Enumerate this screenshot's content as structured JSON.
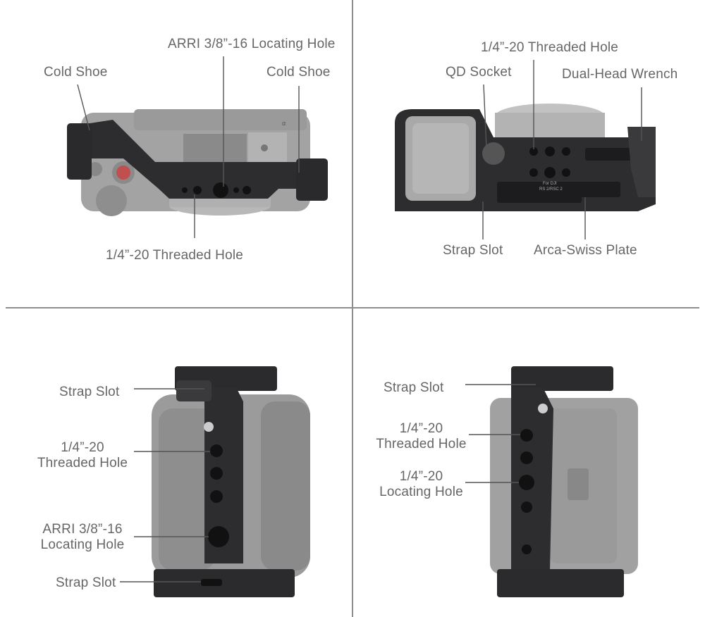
{
  "panels": {
    "top_left": {
      "labels": {
        "cold_shoe_left": "Cold Shoe",
        "arri_locating_hole": "ARRI 3/8”-16 Locating Hole",
        "cold_shoe_right": "Cold Shoe",
        "threaded_hole": "1/4”-20 Threaded Hole"
      },
      "camera_text": {
        "model_mark": "α"
      }
    },
    "top_right": {
      "labels": {
        "threaded_hole": "1/4”-20 Threaded Hole",
        "qd_socket": "QD Socket",
        "dual_head_wrench": "Dual-Head Wrench",
        "strap_slot": "Strap Slot",
        "arca_swiss_plate": "Arca-Swiss Plate"
      },
      "plate_text": {
        "for_line1": "For DJI",
        "for_line2": "RS 2/RSC 2"
      }
    },
    "bottom_left": {
      "labels": {
        "strap_slot_top": "Strap Slot",
        "threaded_hole_line1": "1/4”-20",
        "threaded_hole_line2": "Threaded Hole",
        "arri_line1": "ARRI 3/8”-16",
        "arri_line2": "Locating Hole",
        "strap_slot_bottom": "Strap Slot"
      }
    },
    "bottom_right": {
      "labels": {
        "strap_slot": "Strap Slot",
        "threaded_hole_line1": "1/4”-20",
        "threaded_hole_line2": "Threaded Hole",
        "locating_hole_line1": "1/4”-20",
        "locating_hole_line2": "Locating Hole"
      }
    }
  },
  "colors": {
    "background": "#ffffff",
    "label_text": "#666666",
    "divider": "#8d8d8d",
    "callout_line": "#555555",
    "cage_dark": "#2b2b2d",
    "cage_mid": "#3b3b3e",
    "camera_gray": "#9c9c9c"
  }
}
